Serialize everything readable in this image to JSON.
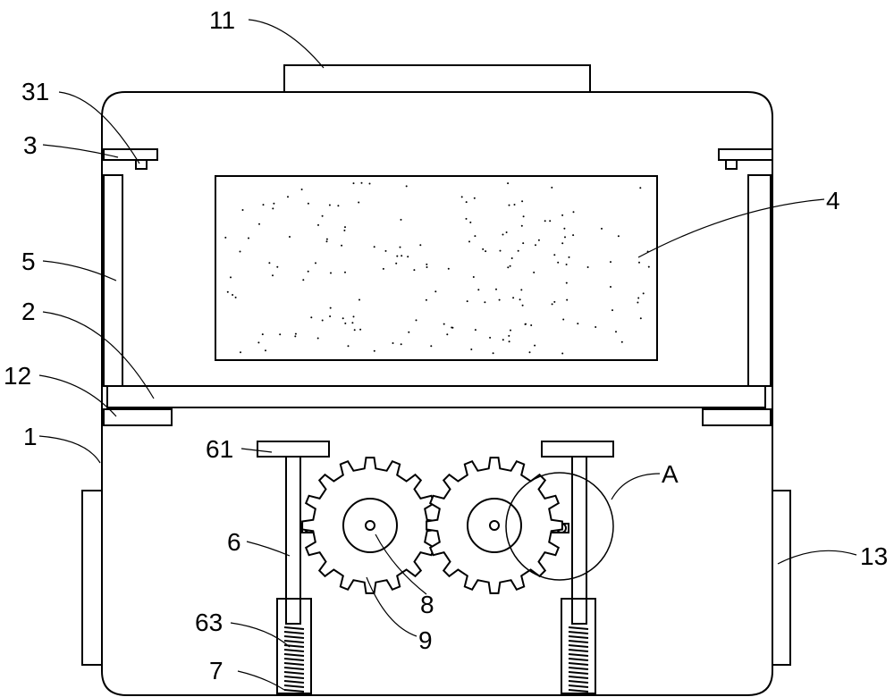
{
  "figure": {
    "labels": {
      "l11": "11",
      "l31": "31",
      "l3": "3",
      "l4": "4",
      "l5": "5",
      "l2": "2",
      "l12": "12",
      "l1": "1",
      "l61": "61",
      "lA": "A",
      "l6": "6",
      "l13": "13",
      "l8": "8",
      "l63": "63",
      "l9": "9",
      "l7": "7"
    },
    "colors": {
      "line": "#000000",
      "background": "#ffffff"
    }
  }
}
